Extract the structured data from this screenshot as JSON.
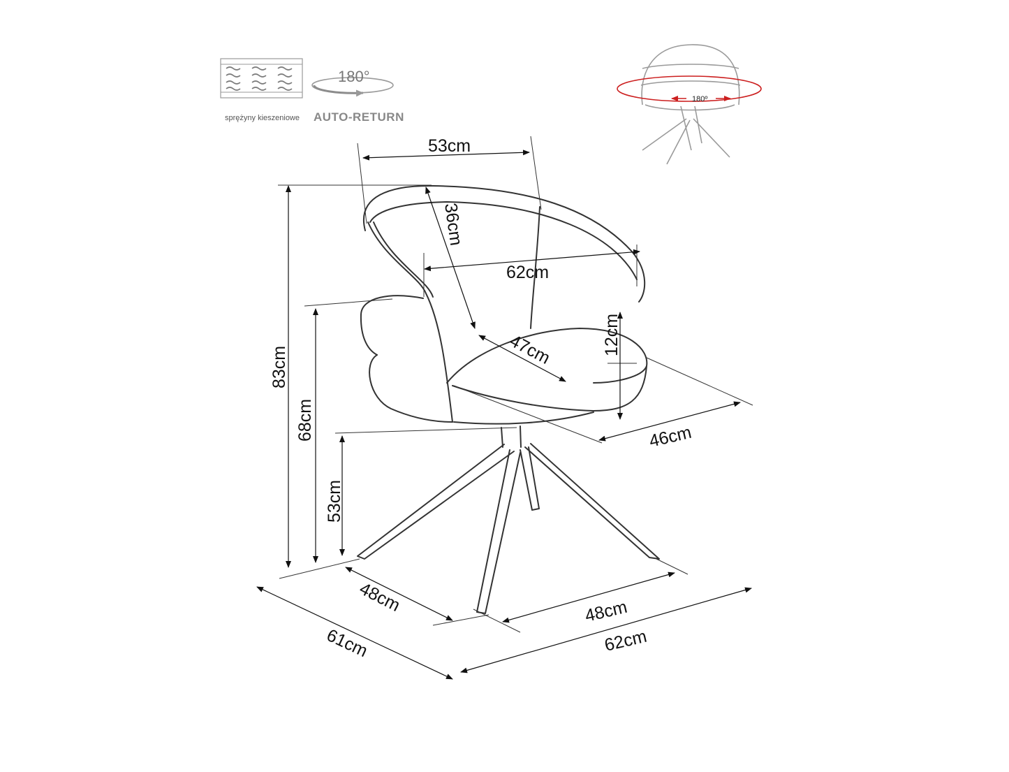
{
  "icons": {
    "springs_caption": "sprężyny kieszeniowe",
    "auto_return_label": "AUTO-RETURN",
    "rotation_degrees": "180°",
    "swivel_degrees": "180º",
    "accent_red": "#cc1f1f"
  },
  "dimensions": {
    "back_top_width": "53cm",
    "back_height": "36cm",
    "arm_width": "62cm",
    "seat_depth": "47cm",
    "seat_thickness": "12cm",
    "seat_side": "46cm",
    "total_height": "83cm",
    "arm_height": "68cm",
    "seat_height": "53cm",
    "leg_span_left": "48cm",
    "leg_span_right": "48cm",
    "total_depth": "61cm",
    "total_width": "62cm"
  }
}
